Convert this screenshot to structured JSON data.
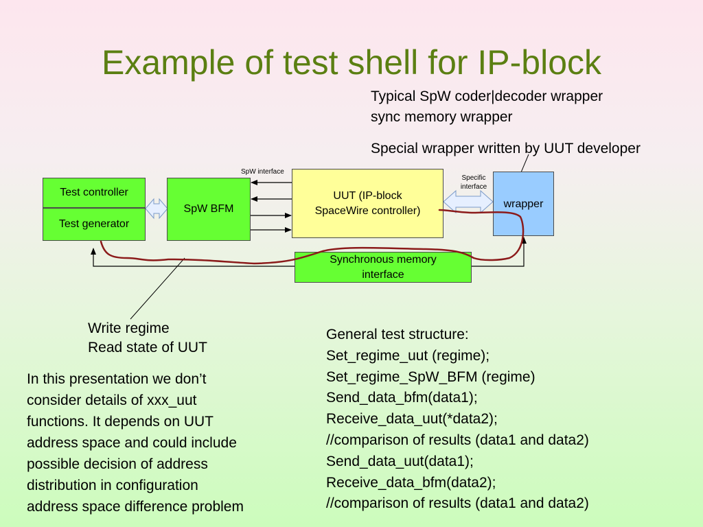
{
  "title": "Example of test shell for IP-block",
  "notes": {
    "typical_wrapper": "Typical SpW coder|decoder wrapper",
    "sync_memory_wrapper": "sync memory wrapper",
    "special_wrapper": "Special wrapper written by UUT developer",
    "write_regime": "Write regime",
    "read_state": "Read state of UUT"
  },
  "diagram": {
    "test_controller": "Test controller",
    "test_generator": "Test generator",
    "spw_bfm": "SpW BFM",
    "spw_interface": "SpW interface",
    "uut_line1": "UUT (IP-block",
    "uut_line2": "SpaceWire controller)",
    "specific_interface_line1": "Specific",
    "specific_interface_line2": "interface",
    "wrapper": "wrapper",
    "sync_mem_line1": "Synchronous memory",
    "sync_mem_line2": "interface"
  },
  "colors": {
    "title": "#5b7f12",
    "box_green": "#66ff33",
    "box_yellow": "#ffff99",
    "box_blue": "#99ccff",
    "curve": "#8b1a1a"
  },
  "left_paragraph": [
    "In this presentation we don’t",
    "consider details of xxx_uut",
    "functions. It depends on UUT",
    "address space and could include",
    "possible decision of address",
    "distribution in configuration",
    "address space difference problem"
  ],
  "test_structure": [
    "General test structure:",
    "Set_regime_uut (regime);",
    "Set_regime_SpW_BFM (regime)",
    "Send_data_bfm(data1);",
    "Receive_data_uut(*data2);",
    "//comparison of results (data1 and data2)",
    "Send_data_uut(data1);",
    "Receive_data_bfm(data2);",
    "//comparison of results (data1 and data2)"
  ]
}
